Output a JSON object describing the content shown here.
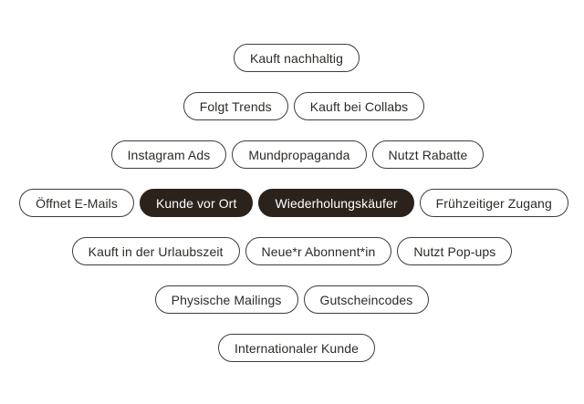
{
  "colors": {
    "background": "#ffffff",
    "chip_border": "#403b37",
    "chip_text": "#2e2a26",
    "chip_selected_background": "#2b221c",
    "chip_selected_text": "#ffffff"
  },
  "board": {
    "rows": [
      {
        "chips": [
          {
            "label": "Kauft nachhaltig",
            "selected": false
          }
        ]
      },
      {
        "chips": [
          {
            "label": "Folgt Trends",
            "selected": false
          },
          {
            "label": "Kauft bei Collabs",
            "selected": false
          }
        ]
      },
      {
        "chips": [
          {
            "label": "Instagram Ads",
            "selected": false
          },
          {
            "label": "Mundpropaganda",
            "selected": false
          },
          {
            "label": "Nutzt Rabatte",
            "selected": false
          }
        ]
      },
      {
        "chips": [
          {
            "label": "Öffnet E-Mails",
            "selected": false
          },
          {
            "label": "Kunde vor Ort",
            "selected": true
          },
          {
            "label": "Wiederholungskäufer",
            "selected": true
          },
          {
            "label": "Frühzeitiger Zugang",
            "selected": false
          }
        ]
      },
      {
        "chips": [
          {
            "label": "Kauft in der Urlaubszeit",
            "selected": false
          },
          {
            "label": "Neue*r Abonnent*in",
            "selected": false
          },
          {
            "label": "Nutzt Pop-ups",
            "selected": false
          }
        ]
      },
      {
        "chips": [
          {
            "label": "Physische Mailings",
            "selected": false
          },
          {
            "label": "Gutscheincodes",
            "selected": false
          }
        ]
      },
      {
        "chips": [
          {
            "label": "Internationaler Kunde",
            "selected": false
          }
        ]
      }
    ]
  }
}
